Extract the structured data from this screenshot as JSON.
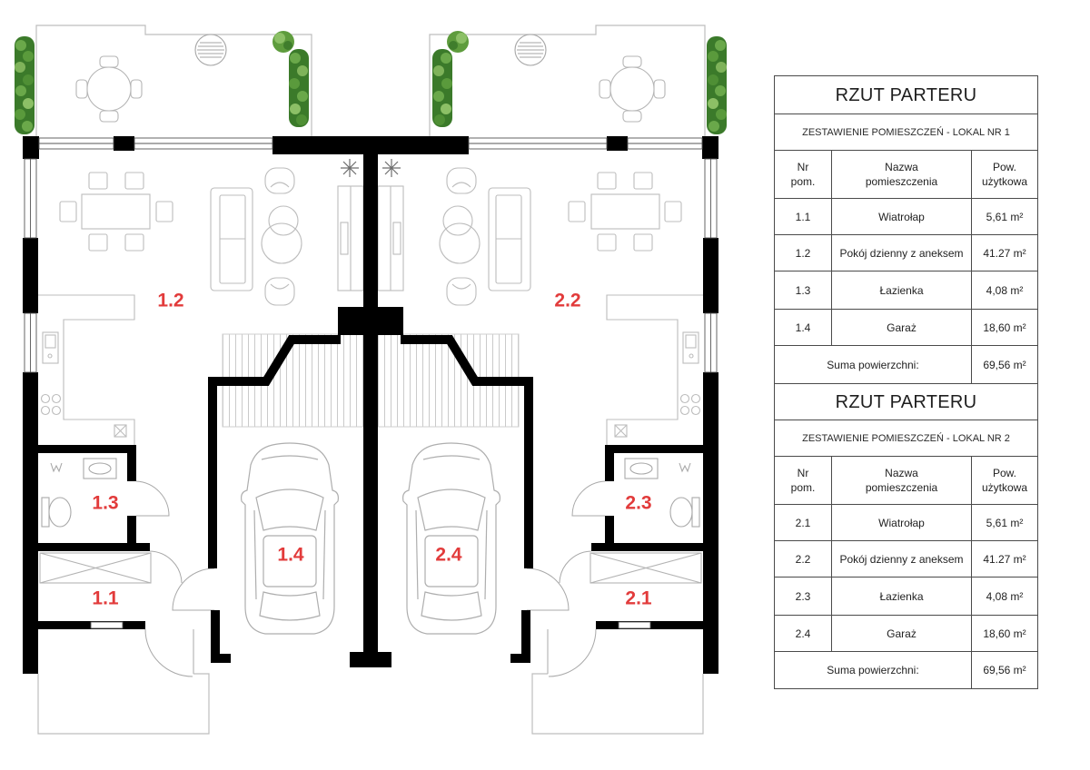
{
  "plan": {
    "label_color": "#e23b3b",
    "room_labels": {
      "r1_2": "1.2",
      "r2_2": "2.2",
      "r1_3": "1.3",
      "r2_3": "2.3",
      "r1_4": "1.4",
      "r2_4": "2.4",
      "r1_1": "1.1",
      "r2_1": "2.1"
    }
  },
  "tables": [
    {
      "title": "RZUT PARTERU",
      "subtitle": "ZESTAWIENIE POMIESZCZEŃ - LOKAL NR 1",
      "header": {
        "nr": [
          "Nr",
          "pom."
        ],
        "name": [
          "Nazwa",
          "pomieszczenia"
        ],
        "area": [
          "Pow.",
          "użytkowa"
        ]
      },
      "rows": [
        {
          "nr": "1.1",
          "name": "Wiatrołap",
          "area": "5,61 m²"
        },
        {
          "nr": "1.2",
          "name": "Pokój dzienny z aneksem",
          "area": "41.27 m²"
        },
        {
          "nr": "1.3",
          "name": "Łazienka",
          "area": "4,08 m²"
        },
        {
          "nr": "1.4",
          "name": "Garaż",
          "area": "18,60 m²"
        }
      ],
      "sum_label": "Suma powierzchni:",
      "sum_value": "69,56 m²"
    },
    {
      "title": "RZUT PARTERU",
      "subtitle": "ZESTAWIENIE POMIESZCZEŃ - LOKAL NR 2",
      "header": {
        "nr": [
          "Nr",
          "pom."
        ],
        "name": [
          "Nazwa",
          "pomieszczenia"
        ],
        "area": [
          "Pow.",
          "użytkowa"
        ]
      },
      "rows": [
        {
          "nr": "2.1",
          "name": "Wiatrołap",
          "area": "5,61 m²"
        },
        {
          "nr": "2.2",
          "name": "Pokój dzienny z aneksem",
          "area": "41.27 m²"
        },
        {
          "nr": "2.3",
          "name": "Łazienka",
          "area": "4,08 m²"
        },
        {
          "nr": "2.4",
          "name": "Garaż",
          "area": "18,60 m²"
        }
      ],
      "sum_label": "Suma powierzchni:",
      "sum_value": "69,56 m²"
    }
  ]
}
